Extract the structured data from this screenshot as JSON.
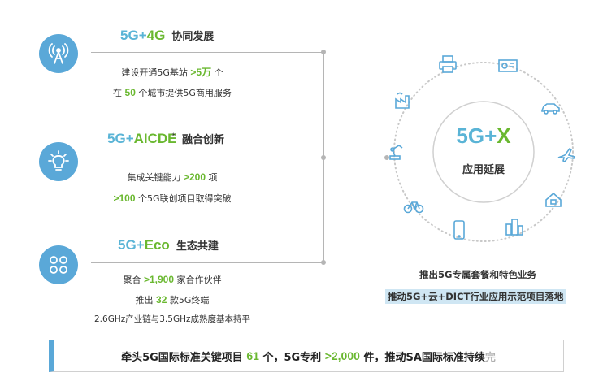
{
  "section1": {
    "title_5g": "5G",
    "title_plus": "+",
    "title_key": "4G",
    "title_cn": "协同发展",
    "line1_pre": "建设开通5G基站",
    "line1_hl": ">5万",
    "line1_post": "个",
    "line2_pre": "在",
    "line2_hl": "50",
    "line2_post": "个城市提供5G商用服务"
  },
  "section2": {
    "title_5g": "5G",
    "title_plus": "+",
    "title_key": "AICDE",
    "title_sup": "*",
    "title_cn": "融合创新",
    "line1_pre": "集成关键能力",
    "line1_hl": ">200",
    "line1_post": "项",
    "line2_hl": ">100",
    "line2_post": "个5G联创项目取得突破"
  },
  "section3": {
    "title_5g": "5G",
    "title_plus": "+",
    "title_key": "Eco",
    "title_cn": "生态共建",
    "line1_pre": "聚合",
    "line1_hl": ">1,900",
    "line1_post": "家合作伙伴",
    "line2_pre": "推出",
    "line2_hl": "32",
    "line2_post": "款5G终端",
    "line3": "2.6GHz产业链与3.5GHz成熟度基本持平"
  },
  "center": {
    "g": "5G+",
    "x": "X",
    "subtitle": "应用延展"
  },
  "right": {
    "text1": "推出5G专属套餐和特色业务",
    "text2": "推动5G+云+DICT行业应用示范项目落地"
  },
  "bottom": {
    "pre": "牵头5G国际标准关键项目",
    "hl1": "61",
    "mid1": "个，5G专利",
    "hl2": ">2,000",
    "mid2": "件，推动SA国际标准持续",
    "tail": "完"
  },
  "icons": {
    "section1": "antenna-icon",
    "section2": "lightbulb-icon",
    "section3": "clover-icon",
    "ring": [
      "printer-icon",
      "media-player-icon",
      "car-icon",
      "airplane-icon",
      "smart-home-icon",
      "buildings-icon",
      "smartphone-icon",
      "bicycle-icon",
      "robot-arm-icon",
      "factory-icon"
    ]
  },
  "colors": {
    "blue": "#5ab4d6",
    "green": "#6ab830",
    "icon_bg": "#5aa8d8"
  }
}
